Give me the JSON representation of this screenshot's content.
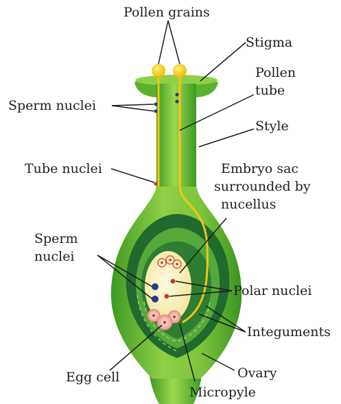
{
  "labels": {
    "pollen_grains": "Pollen grains",
    "stigma": "Stigma",
    "pollen_tube_line1": "Pollen",
    "pollen_tube_line2": "tube",
    "sperm_nuclei_top": "Sperm nuclei",
    "style": "Style",
    "embryo_sac_line1": "Embryo sac",
    "embryo_sac_line2": "surrounded by",
    "embryo_sac_line3": "nucellus",
    "tube_nuclei": "Tube nuclei",
    "sperm_nuclei_left_line1": "Sperm",
    "sperm_nuclei_left_line2": "nuclei",
    "polar_nuclei": "Polar nuclei",
    "integuments": "Integuments",
    "egg_cell": "Egg cell",
    "ovary": "Ovary",
    "micropyle": "Micropyle"
  },
  "colors": {
    "ovary_light": "#8fd046",
    "ovary_mid": "#4faa28",
    "ovary_dark": "#1f6a2c",
    "embryo_sac": "#fbf3c2",
    "pollen": "#ffd400",
    "pollen_tube": "#f5c518",
    "egg_cell": "#f4b9ad",
    "nucleus_blue": "#2b3a8a",
    "nucleus_red": "#c2372e"
  }
}
